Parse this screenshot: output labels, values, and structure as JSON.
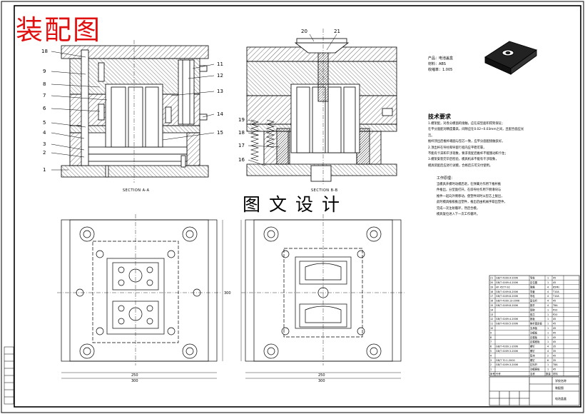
{
  "title_red": "装配图",
  "title_mid": "图文设计",
  "section_aa": "SECTION A-A",
  "section_bb": "SECTION B-B",
  "part_labels_left": [
    "18",
    "9",
    "8",
    "7",
    "6",
    "5",
    "4",
    "3",
    "2",
    "1"
  ],
  "part_labels_right": [
    "11",
    "12",
    "13",
    "14",
    "15"
  ],
  "part_labels_sec_b": [
    "19",
    "18",
    "17",
    "16"
  ],
  "part_labels_top": [
    "20",
    "21"
  ],
  "spec": {
    "line1": "产品：电池盖盒",
    "line2": "材料：ABS",
    "line3": "收缩率：1.005"
  },
  "notes_title": "技术要求",
  "notes": [
    "1.模架配，对各分模面的接触，应在成型面积得到保证；",
    "在平分面配对精度最高，间隙应在0.02~0.03mm之间，且配合面应光洁。",
    "推杆顶出后推杆端面与型芯一致，应平分面配接触良好。",
    "2.顶出杆在导柱和导套行程内应平稳可靠，",
    "不能有卡滞和干涉现象，要求装配后推杆不能翘动和卡住；",
    "3.模架安装完毕后检验，模具机床不能有干涉现象，",
    "模具装配后应进行试模，合格后方可交付使用。"
  ],
  "work_title": "工作原理：",
  "work": [
    "当模具开模时动模后退，在弹簧力作用下推杆推",
    "件推出，分型面打开，在斜导柱作用下侧滑块与",
    "推件一起向外侧移动，使塑件同时从型芯上脱出，",
    "此时模具推板推出塑件，推出后由机械手取出塑件，",
    "完成一次注射循环，然后合模，",
    "模具复位进入下一次工作循环。"
  ],
  "dims": {
    "plan_left_width": "250",
    "plan_left_width2": "300",
    "plan_right_width": "250",
    "plan_right_width2": "300",
    "height": "300"
  },
  "bom_rows": [
    [
      "21",
      "GB/T 4169.4-2006",
      "导柱",
      "1",
      "45"
    ],
    [
      "20",
      "GB/T 4169.4-2006",
      "定位圈",
      "1",
      "45"
    ],
    [
      "19",
      "HF 4577-92",
      "弹簧",
      "4",
      "65Mn"
    ],
    [
      "18",
      "GB/T 4169.8-2006",
      "导套",
      "4",
      "T10A"
    ],
    [
      "17",
      "GB/T 4169.8-2006",
      "导柱",
      "4",
      "T10A"
    ],
    [
      "16",
      "GB/T 4169.13-2006",
      "复位杆",
      "4",
      "45"
    ],
    [
      "15",
      "GB/T 4169.8-2006",
      "推杆",
      "4",
      "T8A"
    ],
    [
      "14",
      "",
      "型腔",
      "1",
      "P20"
    ],
    [
      "13",
      "",
      "型芯",
      "1",
      "P20"
    ],
    [
      "12",
      "GB/T 4169.4-2006",
      "推板",
      "1",
      "45"
    ],
    [
      "11",
      "GB/T 4169.5-2006",
      "推杆固定板",
      "1",
      "45"
    ],
    [
      "10",
      "",
      "支承板",
      "1",
      "45"
    ],
    [
      "9",
      "",
      "动模板",
      "1",
      "45"
    ],
    [
      "8",
      "",
      "定模板",
      "1",
      "45"
    ],
    [
      "7",
      "",
      "定模座板",
      "1",
      "45"
    ],
    [
      "6",
      "GB/T 4169.1-2006",
      "螺钉",
      "4",
      "35"
    ],
    [
      "5",
      "GB/T 4169.3-2006",
      "螺钉",
      "4",
      "35"
    ],
    [
      "4",
      "",
      "垫块",
      "2",
      "45"
    ],
    [
      "3",
      "GB/T 70.1-2000",
      "螺钉",
      "6",
      "35"
    ],
    [
      "2",
      "GB/T 4169.3-2006",
      "拉料杆",
      "1",
      "T8A"
    ],
    [
      "1",
      "",
      "动模座板",
      "1",
      "45"
    ]
  ],
  "bom_header": [
    "序号",
    "代号",
    "名称",
    "数量",
    "材料"
  ],
  "title_block": {
    "school": "学校名称",
    "drawing": "装配图",
    "company": "电池盖盒"
  }
}
